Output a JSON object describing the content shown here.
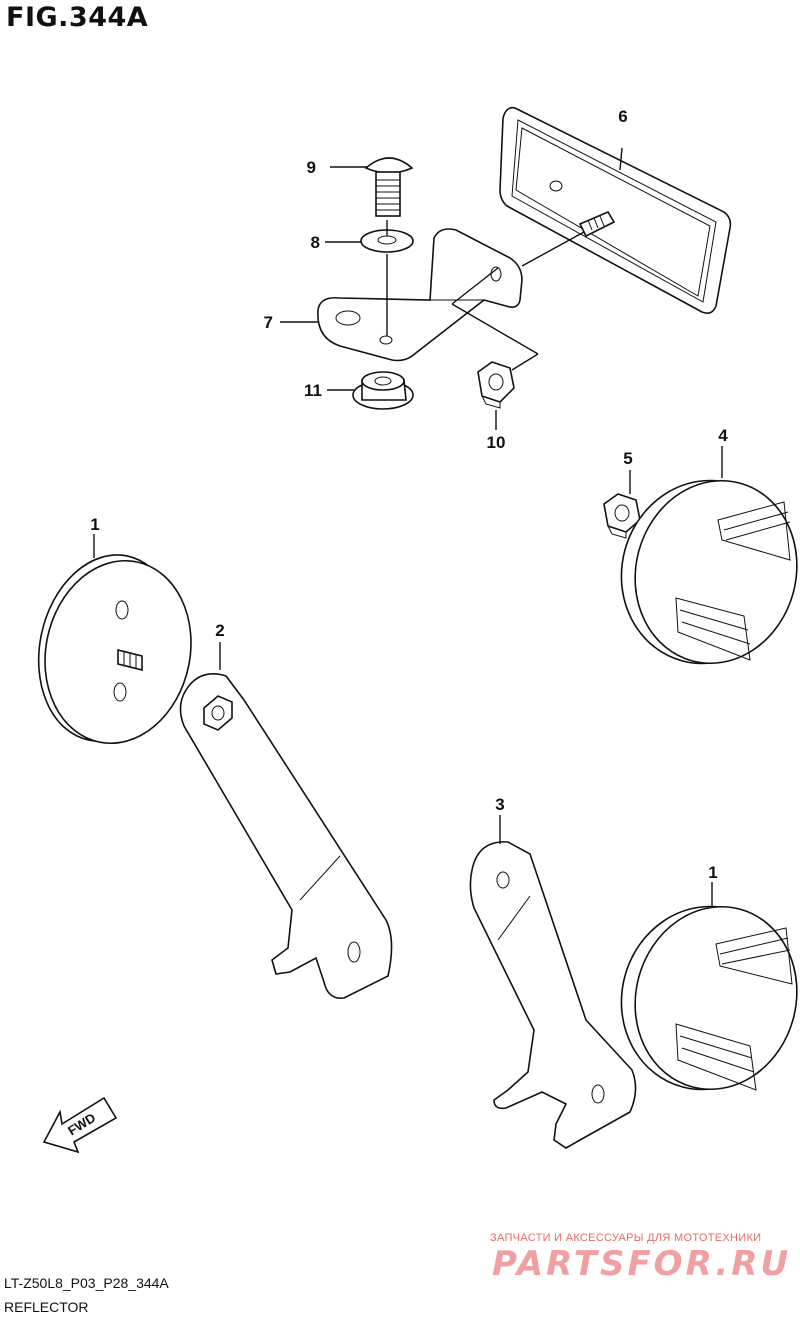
{
  "figure": {
    "title": "FIG.344A",
    "model_code": "LT-Z50L8_P03_P28_344A",
    "section_name": "REFLECTOR"
  },
  "callouts": [
    {
      "id": "c1a",
      "label": "1"
    },
    {
      "id": "c1b",
      "label": "1"
    },
    {
      "id": "c2",
      "label": "2"
    },
    {
      "id": "c3",
      "label": "3"
    },
    {
      "id": "c4",
      "label": "4"
    },
    {
      "id": "c5",
      "label": "5"
    },
    {
      "id": "c6",
      "label": "6"
    },
    {
      "id": "c7",
      "label": "7"
    },
    {
      "id": "c8",
      "label": "8"
    },
    {
      "id": "c9",
      "label": "9"
    },
    {
      "id": "c10",
      "label": "10"
    },
    {
      "id": "c11",
      "label": "11"
    }
  ],
  "fwd_label": "FWD",
  "watermark": {
    "tagline": "ЗАПЧАСТИ И АКСЕССУАРЫ ДЛЯ МОТОТЕХНИКИ",
    "brand": "PARTSFOR.RU"
  }
}
